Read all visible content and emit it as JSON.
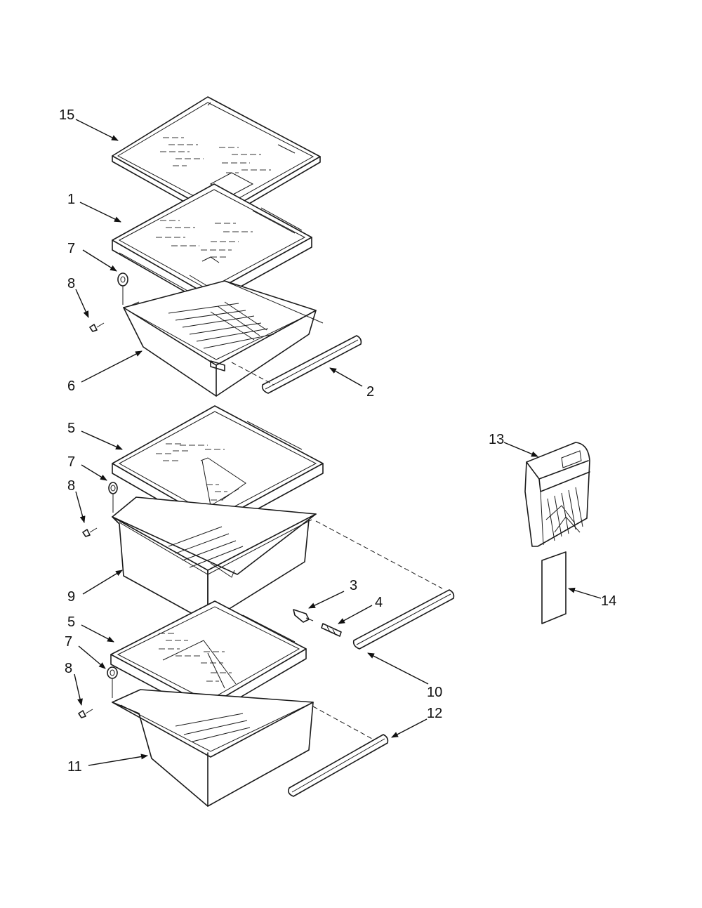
{
  "callouts": [
    {
      "id": "15",
      "label": "15"
    },
    {
      "id": "1",
      "label": "1"
    },
    {
      "id": "7a",
      "label": "7"
    },
    {
      "id": "8a",
      "label": "8"
    },
    {
      "id": "6",
      "label": "6"
    },
    {
      "id": "2",
      "label": "2"
    },
    {
      "id": "5a",
      "label": "5"
    },
    {
      "id": "7b",
      "label": "7"
    },
    {
      "id": "8b",
      "label": "8"
    },
    {
      "id": "9",
      "label": "9"
    },
    {
      "id": "3",
      "label": "3"
    },
    {
      "id": "4",
      "label": "4"
    },
    {
      "id": "10",
      "label": "10"
    },
    {
      "id": "5b",
      "label": "5"
    },
    {
      "id": "7c",
      "label": "7"
    },
    {
      "id": "8c",
      "label": "8"
    },
    {
      "id": "11",
      "label": "11"
    },
    {
      "id": "12",
      "label": "12"
    },
    {
      "id": "13",
      "label": "13"
    },
    {
      "id": "14",
      "label": "14"
    }
  ]
}
